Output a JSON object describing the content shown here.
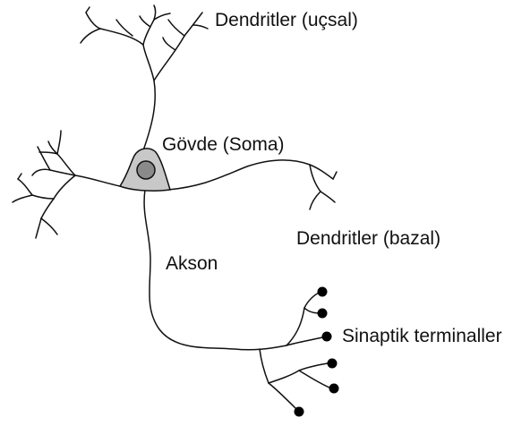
{
  "labels": {
    "apical_dendrites": "Dendritler (uçsal)",
    "soma": "Gövde (Soma)",
    "basal_dendrites": "Dendritler (bazal)",
    "axon": "Akson",
    "synaptic_terminals": "Sinaptik terminaller"
  },
  "colors": {
    "line": "#111111",
    "soma_fill": "#c8c8c8",
    "nucleus_fill": "#8a8a8a",
    "terminal": "#000000",
    "background": "#ffffff"
  }
}
